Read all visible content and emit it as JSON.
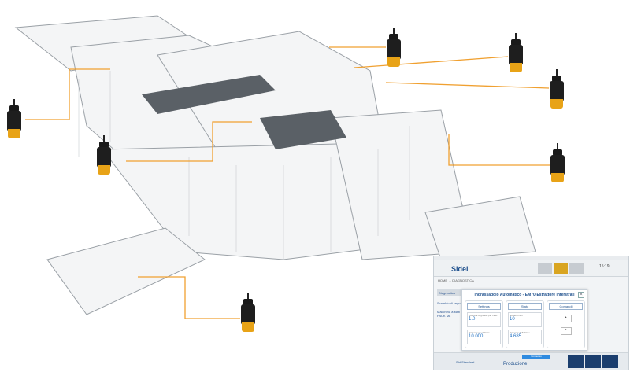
{
  "colors": {
    "callout": "#f0a030",
    "reservoir": "#e8a317",
    "brand": "#1d4f8c"
  },
  "lubricators": [
    "lubricator-1",
    "lubricator-2",
    "lubricator-3",
    "lubricator-4",
    "lubricator-5",
    "lubricator-6",
    "lubricator-7"
  ],
  "hmi": {
    "brand": "Sidel",
    "time": "15:19",
    "breadcrumb": "HOME → DIAGNOSTICA",
    "sidebar": [
      "Diagnostica",
      "Scambio di segnali",
      "Macchina a stati PACK ML"
    ],
    "dialog": {
      "title": "Ingrassaggio Automatico - EM70-Estrattore interstrati",
      "columns": [
        "Settings",
        "Stato",
        "Comandi"
      ],
      "settings": [
        {
          "label": "Quantità di grasso per ciclo",
          "value": "1.0"
        },
        {
          "label": "Distanza predefinita",
          "value": "10.000"
        }
      ],
      "stato": [
        {
          "label": "Numero cicli",
          "value": "10"
        },
        {
          "label": "Distanza dall'ultimo",
          "value": "4.685"
        }
      ]
    },
    "footer": {
      "recipe": "Std Standard",
      "mode": "Produzione",
      "status": "Connesso"
    }
  }
}
